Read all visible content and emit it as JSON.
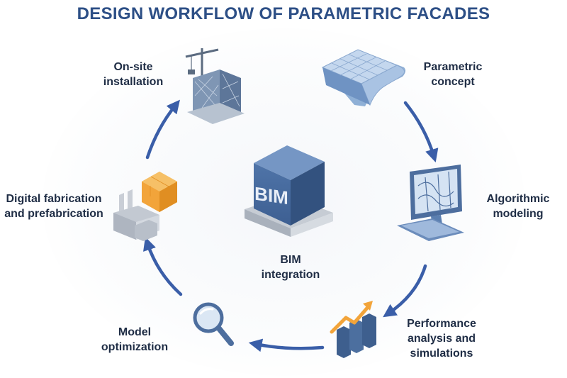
{
  "title": "DESIGN WORKFLOW OF PARAMETRIC FACADES",
  "center": {
    "icon_text": "BIM",
    "label_line1": "BIM",
    "label_line2": "integration"
  },
  "steps": [
    {
      "icon": "curved-panel-icon",
      "line1": "Parametric",
      "line2": "concept"
    },
    {
      "icon": "computer-wireframe-icon",
      "line1": "Algorithmic",
      "line2": "modeling"
    },
    {
      "icon": "bar-chart-growth-icon",
      "line1": "Performance",
      "line2": "analysis and",
      "line3": "simulations"
    },
    {
      "icon": "magnifier-icon",
      "line1": "Model",
      "line2": "optimization"
    },
    {
      "icon": "factory-prefab-icon",
      "line1": "Digital fabrication",
      "line2": "and prefabrication"
    },
    {
      "icon": "crane-facade-icon",
      "line1": "On-site",
      "line2": "installation"
    }
  ],
  "colors": {
    "title": "#2d4f86",
    "arrow": "#3a5ea8",
    "label": "#1f2d45",
    "accent_orange": "#f2a43a",
    "icon_blue": "#5b7fb0"
  }
}
